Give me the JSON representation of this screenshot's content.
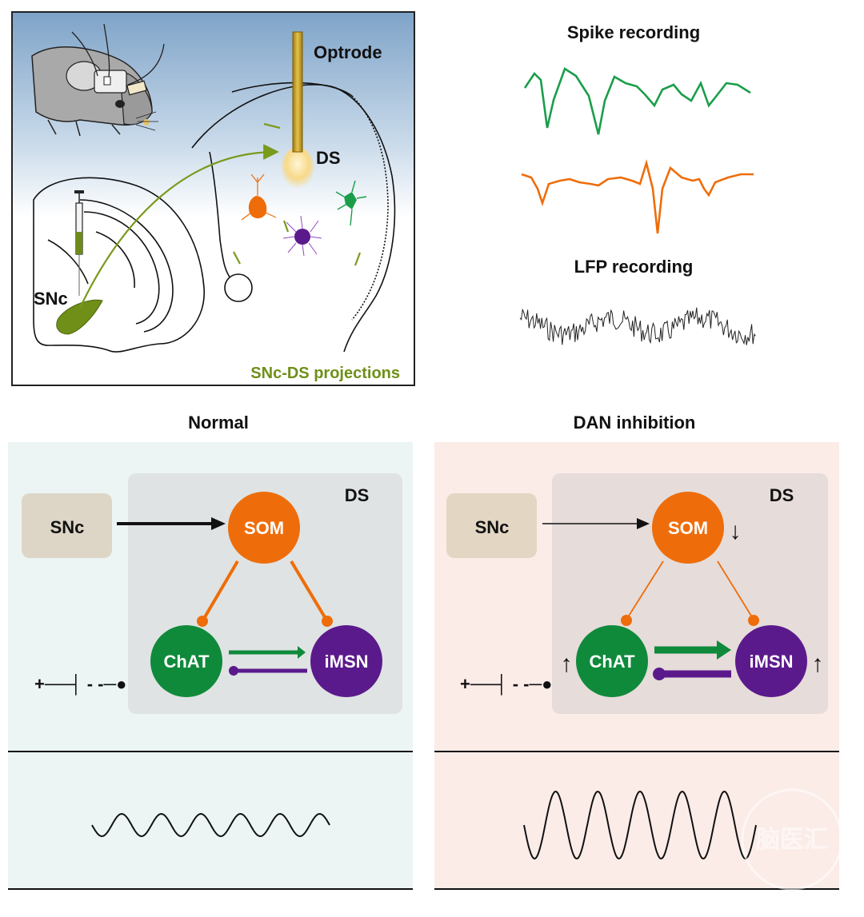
{
  "top_panel": {
    "optrode_label": "Optrode",
    "ds_label": "DS",
    "snc_label": "SNc",
    "projection_label": "SNc-DS projections"
  },
  "recordings": {
    "spike_title": "Spike recording",
    "lfp_title": "LFP recording"
  },
  "panels": {
    "normal": {
      "title": "Normal",
      "snc": "SNc",
      "ds": "DS",
      "som": "SOM",
      "chat": "ChAT",
      "imsn": "iMSN",
      "legend": "+──┤ - -─●"
    },
    "dan": {
      "title": "DAN inhibition",
      "snc": "SNc",
      "ds": "DS",
      "som": "SOM",
      "chat": "ChAT",
      "imsn": "iMSN",
      "legend": "+──┤ - -─●",
      "som_change": "↓",
      "chat_change": "↑",
      "imsn_change": "↑"
    }
  },
  "watermark": "脑医汇",
  "colors": {
    "som": "#ee6d0a",
    "chat": "#0f8a3b",
    "imsn": "#5b1a8c",
    "projection": "#7a9a1c",
    "spike_green": "#1a9e4a",
    "spike_orange": "#ee6d0a",
    "normal_bg": "#ecf4f4",
    "dan_bg": "#fbece8",
    "ds_box_normal": "#dfe3e3",
    "ds_box_dan": "#e6dcda",
    "snc_box": "#ddd6c7"
  }
}
